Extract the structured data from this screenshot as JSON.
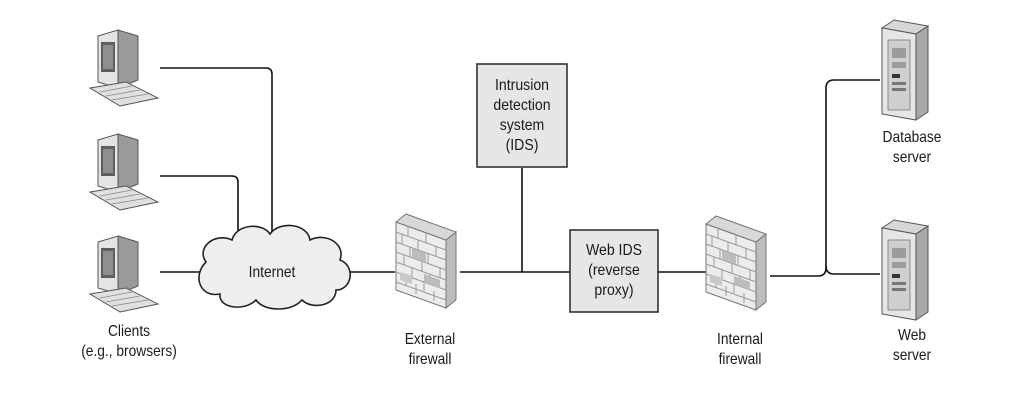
{
  "nodes": {
    "clients": "Clients\n(e.g., browsers)",
    "internet": "Internet",
    "external_firewall": "External\nfirewall",
    "ids": "Intrusion\ndetection\nsystem\n(IDS)",
    "web_ids": "Web IDS\n(reverse\nproxy)",
    "internal_firewall": "Internal\nfirewall",
    "database_server": "Database\nserver",
    "web_server": "Web\nserver"
  },
  "icons": {
    "client": "desktop-computer-icon",
    "internet": "cloud-icon",
    "firewall": "brick-wall-icon",
    "server": "tower-server-icon"
  },
  "colors": {
    "line": "#111111",
    "box_fill": "#e6e6e6",
    "box_stroke": "#333333",
    "icon_light": "#e3e3e3",
    "icon_mid": "#c4c4c4",
    "icon_dark": "#8a8a8a"
  }
}
